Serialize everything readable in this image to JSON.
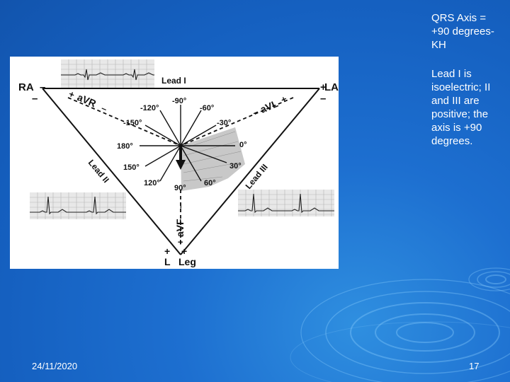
{
  "slide": {
    "title": "QRS Axis = +90 degrees- KH",
    "body": "Lead I is isoelectric; II and III are positive; the axis is +90 degrees.",
    "date": "24/11/2020",
    "page_number": "17"
  },
  "figure": {
    "corners": {
      "ra": "RA",
      "la": "LA",
      "l": "L",
      "leg": "Leg"
    },
    "signs": {
      "ra_minus": "–",
      "ra_minus_2": "–",
      "la_plus": "+",
      "la_minus": "–",
      "l_plus": "+",
      "leg_plus": "+",
      "avr_plus": "+",
      "avr_minus": "–",
      "avl_minus": "–",
      "avl_plus": "+",
      "avf_minus": "–",
      "avf_plus": "+"
    },
    "leads": {
      "lead_i": "Lead I",
      "lead_ii": "Lead II",
      "lead_iii": "Lead III",
      "avr": "aVR",
      "avl": "aVL",
      "avf": "aVF"
    },
    "degree_labels": {
      "m90": "-90°",
      "m120": "-120°",
      "m60": "-60°",
      "m150": "-150°",
      "m30": "-30°",
      "d180": "180°",
      "d0": "0°",
      "d150": "150°",
      "d30": "30°",
      "d120": "120°",
      "d60": "60°",
      "d90": "90°"
    }
  }
}
